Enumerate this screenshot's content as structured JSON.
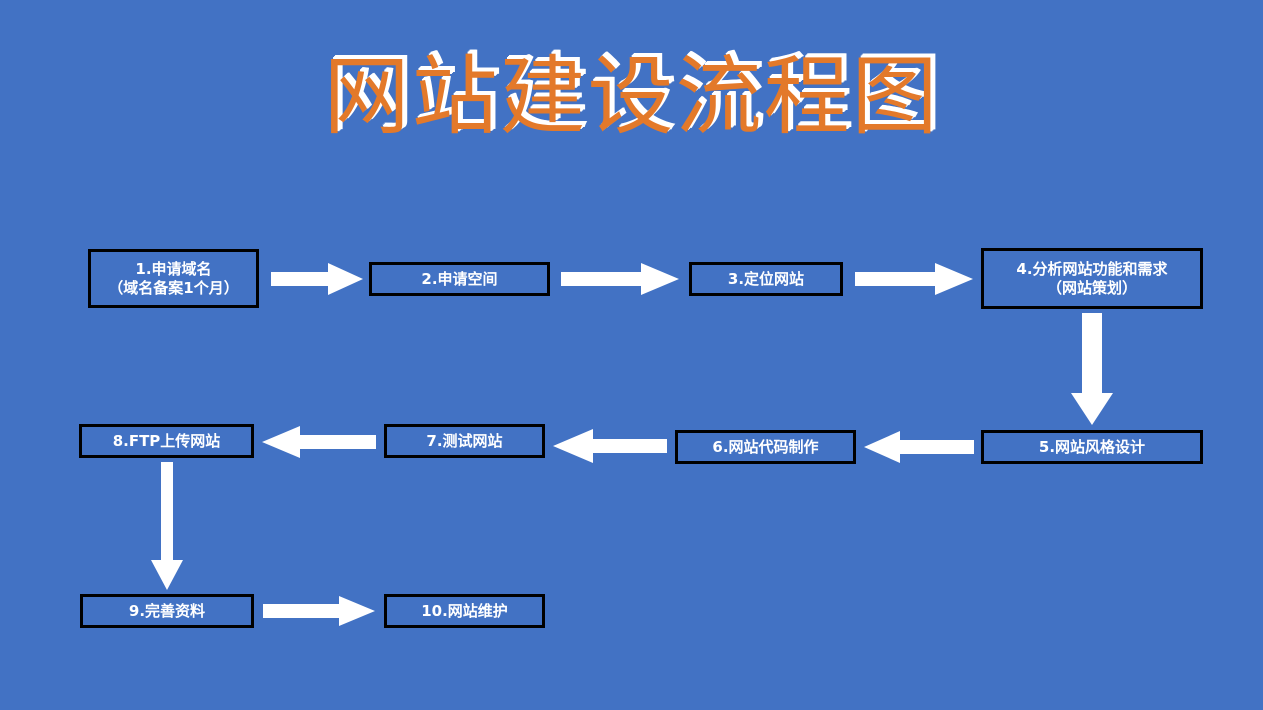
{
  "page": {
    "title": "网站建设流程图",
    "background_color": "#4272c4",
    "title_color": "#e3792a",
    "title_shadow_color": "#ffffff",
    "node_fill_color": "#4272c4",
    "node_border_color": "#000000",
    "node_text_color": "#ffffff",
    "arrow_color": "#ffffff"
  },
  "nodes": [
    {
      "id": 1,
      "line1": "1.申请域名",
      "line2": "（域名备案1个月）"
    },
    {
      "id": 2,
      "line1": "2.申请空间",
      "line2": ""
    },
    {
      "id": 3,
      "line1": "3.定位网站",
      "line2": ""
    },
    {
      "id": 4,
      "line1": "4.分析网站功能和需求",
      "line2": "（网站策划）"
    },
    {
      "id": 5,
      "line1": "5.网站风格设计",
      "line2": ""
    },
    {
      "id": 6,
      "line1": "6.网站代码制作",
      "line2": ""
    },
    {
      "id": 7,
      "line1": "7.测试网站",
      "line2": ""
    },
    {
      "id": 8,
      "line1": "8.FTP上传网站",
      "line2": ""
    },
    {
      "id": 9,
      "line1": "9.完善资料",
      "line2": ""
    },
    {
      "id": 10,
      "line1": "10.网站维护",
      "line2": ""
    }
  ],
  "connectors": [
    {
      "from": 1,
      "to": 2,
      "direction": "right"
    },
    {
      "from": 2,
      "to": 3,
      "direction": "right"
    },
    {
      "from": 3,
      "to": 4,
      "direction": "right"
    },
    {
      "from": 4,
      "to": 5,
      "direction": "down"
    },
    {
      "from": 5,
      "to": 6,
      "direction": "left"
    },
    {
      "from": 6,
      "to": 7,
      "direction": "left"
    },
    {
      "from": 7,
      "to": 8,
      "direction": "left"
    },
    {
      "from": 8,
      "to": 9,
      "direction": "down"
    },
    {
      "from": 9,
      "to": 10,
      "direction": "right"
    }
  ]
}
